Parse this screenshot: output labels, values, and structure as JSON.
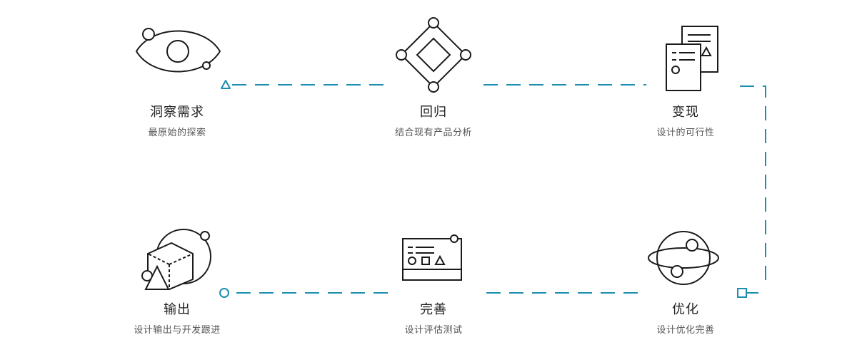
{
  "steps": [
    {
      "id": "insight",
      "title": "洞察需求",
      "subtitle": "最原始的探索",
      "icon": "eye-icon"
    },
    {
      "id": "return",
      "title": "回归",
      "subtitle": "结合现有产品分析",
      "icon": "diamond-nodes-icon"
    },
    {
      "id": "realize",
      "title": "变现",
      "subtitle": "设计的可行性",
      "icon": "documents-icon"
    },
    {
      "id": "optimize",
      "title": "优化",
      "subtitle": "设计优化完善",
      "icon": "globe-orbit-icon"
    },
    {
      "id": "perfect",
      "title": "完善",
      "subtitle": "设计评估测试",
      "icon": "wireframe-screen-icon"
    },
    {
      "id": "output",
      "title": "输出",
      "subtitle": "设计输出与开发跟进",
      "icon": "cube-shapes-icon"
    }
  ],
  "colors": {
    "accent": "#1a8fb0",
    "ink": "#1a1a1a",
    "title": "#222222",
    "subtitle": "#555555"
  }
}
